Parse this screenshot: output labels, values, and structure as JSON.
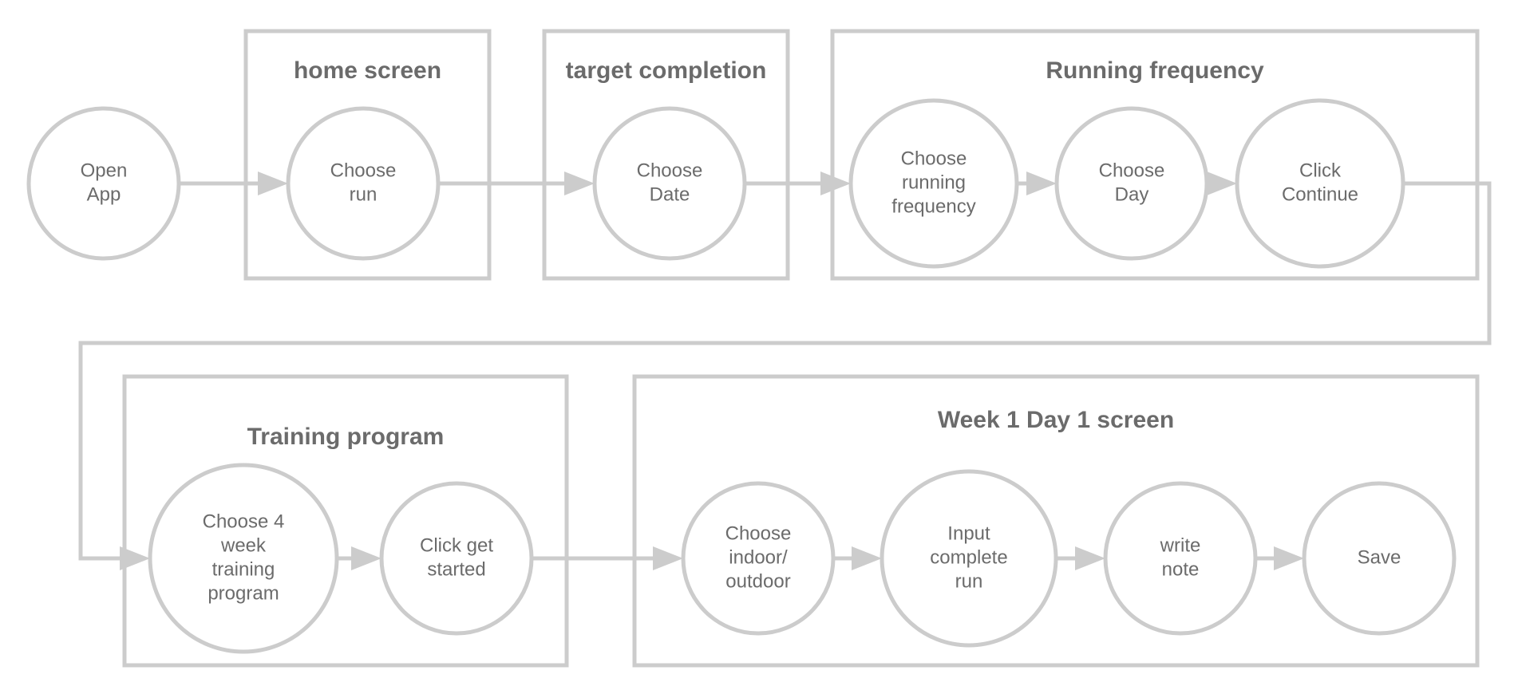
{
  "colors": {
    "stroke": "#cccccc",
    "text": "#6b6b6b",
    "background": "#ffffff"
  },
  "groups": [
    {
      "id": "home",
      "title": "home screen"
    },
    {
      "id": "target",
      "title": "target completion"
    },
    {
      "id": "running",
      "title": "Running frequency"
    },
    {
      "id": "training",
      "title": "Training program"
    },
    {
      "id": "week",
      "title": "Week 1 Day 1 screen"
    }
  ],
  "nodes": [
    {
      "id": "open-app",
      "lines": [
        "Open",
        "App"
      ]
    },
    {
      "id": "choose-run",
      "lines": [
        "Choose",
        "run"
      ]
    },
    {
      "id": "choose-date",
      "lines": [
        "Choose",
        "Date"
      ]
    },
    {
      "id": "choose-running-frequency",
      "lines": [
        "Choose",
        "running",
        "frequency"
      ]
    },
    {
      "id": "choose-day",
      "lines": [
        "Choose",
        "Day"
      ]
    },
    {
      "id": "click-continue",
      "lines": [
        "Click",
        "Continue"
      ]
    },
    {
      "id": "choose-4-week-program",
      "lines": [
        "Choose 4",
        "week",
        "training",
        "program"
      ]
    },
    {
      "id": "click-get-started",
      "lines": [
        "Click get",
        "started"
      ]
    },
    {
      "id": "choose-indoor-outdoor",
      "lines": [
        "Choose",
        "indoor/",
        "outdoor"
      ]
    },
    {
      "id": "input-complete-run",
      "lines": [
        "Input",
        "complete",
        "run"
      ]
    },
    {
      "id": "write-note",
      "lines": [
        "write",
        "note"
      ]
    },
    {
      "id": "save",
      "lines": [
        "Save"
      ]
    }
  ],
  "edges": [
    {
      "from": "open-app",
      "to": "choose-run"
    },
    {
      "from": "choose-run",
      "to": "choose-date"
    },
    {
      "from": "choose-date",
      "to": "choose-running-frequency"
    },
    {
      "from": "choose-running-frequency",
      "to": "choose-day"
    },
    {
      "from": "choose-day",
      "to": "click-continue"
    },
    {
      "from": "click-continue",
      "to": "choose-4-week-program"
    },
    {
      "from": "choose-4-week-program",
      "to": "click-get-started"
    },
    {
      "from": "click-get-started",
      "to": "choose-indoor-outdoor"
    },
    {
      "from": "choose-indoor-outdoor",
      "to": "input-complete-run"
    },
    {
      "from": "input-complete-run",
      "to": "write-note"
    },
    {
      "from": "write-note",
      "to": "save"
    }
  ]
}
